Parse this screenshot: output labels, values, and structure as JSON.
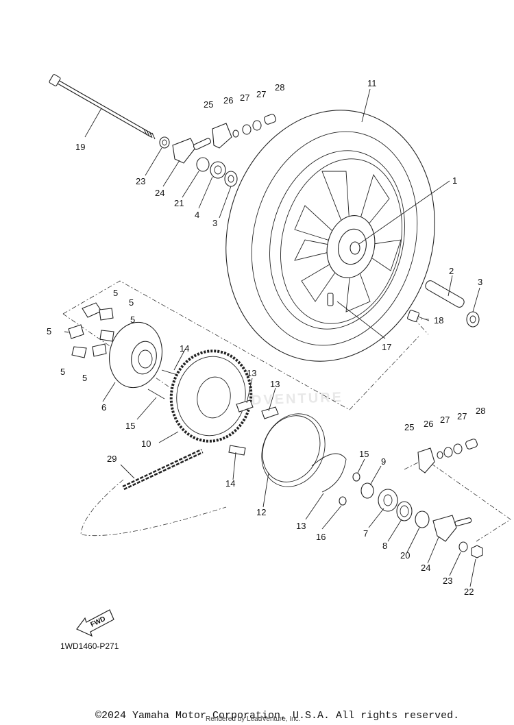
{
  "diagram": {
    "code": "1WD1460-P271",
    "fwd_label": "FWD",
    "watermark": "LEADVENTURE",
    "copyright": "©2024 Yamaha Motor Corporation, U.S.A. All rights reserved.",
    "rendered_by": "Rendered by LeadVenture, Inc."
  },
  "callouts": [
    {
      "id": "c1",
      "number": "1"
    },
    {
      "id": "c2",
      "number": "2"
    },
    {
      "id": "c3a",
      "number": "3"
    },
    {
      "id": "c3b",
      "number": "3"
    },
    {
      "id": "c4",
      "number": "4"
    },
    {
      "id": "c5a",
      "number": "5"
    },
    {
      "id": "c5b",
      "number": "5"
    },
    {
      "id": "c5c",
      "number": "5"
    },
    {
      "id": "c5d",
      "number": "5"
    },
    {
      "id": "c5e",
      "number": "5"
    },
    {
      "id": "c5f",
      "number": "5"
    },
    {
      "id": "c6",
      "number": "6"
    },
    {
      "id": "c7",
      "number": "7"
    },
    {
      "id": "c8",
      "number": "8"
    },
    {
      "id": "c9",
      "number": "9"
    },
    {
      "id": "c10",
      "number": "10"
    },
    {
      "id": "c11",
      "number": "11"
    },
    {
      "id": "c12",
      "number": "12"
    },
    {
      "id": "c13a",
      "number": "13"
    },
    {
      "id": "c13b",
      "number": "13"
    },
    {
      "id": "c13c",
      "number": "13"
    },
    {
      "id": "c14a",
      "number": "14"
    },
    {
      "id": "c14b",
      "number": "14"
    },
    {
      "id": "c15a",
      "number": "15"
    },
    {
      "id": "c15b",
      "number": "15"
    },
    {
      "id": "c16",
      "number": "16"
    },
    {
      "id": "c17",
      "number": "17"
    },
    {
      "id": "c18",
      "number": "18"
    },
    {
      "id": "c19",
      "number": "19"
    },
    {
      "id": "c20",
      "number": "20"
    },
    {
      "id": "c21",
      "number": "21"
    },
    {
      "id": "c22",
      "number": "22"
    },
    {
      "id": "c23a",
      "number": "23"
    },
    {
      "id": "c23b",
      "number": "23"
    },
    {
      "id": "c24a",
      "number": "24"
    },
    {
      "id": "c24b",
      "number": "24"
    },
    {
      "id": "c25a",
      "number": "25"
    },
    {
      "id": "c25b",
      "number": "25"
    },
    {
      "id": "c26a",
      "number": "26"
    },
    {
      "id": "c26b",
      "number": "26"
    },
    {
      "id": "c27a",
      "number": "27"
    },
    {
      "id": "c27b",
      "number": "27"
    },
    {
      "id": "c27c",
      "number": "27"
    },
    {
      "id": "c27d",
      "number": "27"
    },
    {
      "id": "c28a",
      "number": "28"
    },
    {
      "id": "c28b",
      "number": "28"
    },
    {
      "id": "c29",
      "number": "29"
    }
  ]
}
